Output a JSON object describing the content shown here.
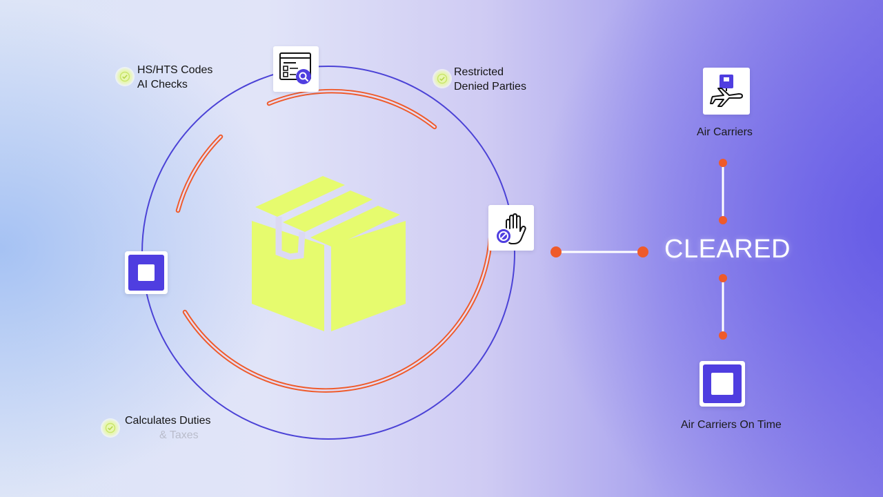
{
  "diagram": {
    "checks": [
      {
        "line1": "HS/HTS Codes",
        "line2": "AI Checks"
      },
      {
        "line1": "Restricted",
        "line2": "Denied Parties"
      },
      {
        "line1": "Calculates Duties",
        "line2": "& Taxes"
      }
    ],
    "status": "CLEARED",
    "destinations": {
      "top": "Air Carriers",
      "bottom": "Air Carriers On Time"
    }
  },
  "icons": {
    "center": "package-box-icon",
    "document_search": "document-search-icon",
    "restricted": "stop-hand-icon",
    "airplane": "airplane-package-icon",
    "square_left": "square-stop-icon",
    "square_bottom": "square-stop-icon"
  },
  "colors": {
    "ring": "#4b42d6",
    "progress_arc": "#ef5a2a",
    "box": "#e6fb6e",
    "accent": "#4f3ee0",
    "connector_dot": "#ef5a2a",
    "cleared_text": "#ffffff"
  }
}
